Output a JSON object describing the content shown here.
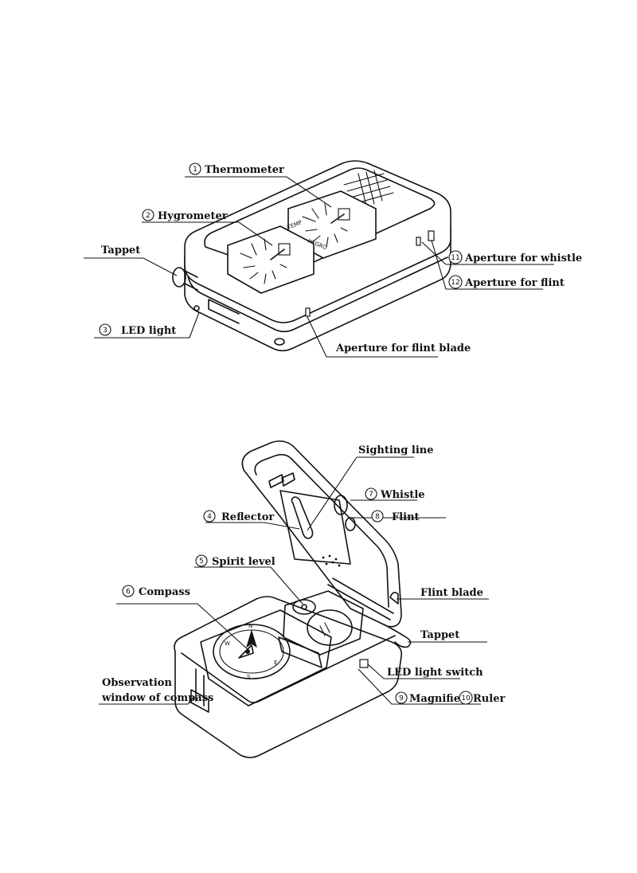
{
  "top": {
    "labels": [
      {
        "id": "thermometer",
        "num": "1",
        "text": "Thermometer"
      },
      {
        "id": "hygrometer",
        "num": "2",
        "text": "Hygrometer"
      },
      {
        "id": "tappet",
        "num": "",
        "text": "Tappet"
      },
      {
        "id": "led-light",
        "num": "3",
        "text": "LED light"
      },
      {
        "id": "aperture-whistle",
        "num": "11",
        "text": "Aperture for whistle"
      },
      {
        "id": "aperture-flint",
        "num": "12",
        "text": "Aperture for flint"
      },
      {
        "id": "aperture-flint-blade",
        "num": "",
        "text": "Aperture for flint blade"
      }
    ],
    "gauge_text": {
      "temp": "TEMP",
      "hygro": "HYGRO"
    }
  },
  "bottom": {
    "labels": [
      {
        "id": "sighting-line",
        "num": "",
        "text": "Sighting line"
      },
      {
        "id": "whistle",
        "num": "7",
        "text": "Whistle"
      },
      {
        "id": "reflector",
        "num": "4",
        "text": "Reflector"
      },
      {
        "id": "flint",
        "num": "8",
        "text": "Flint"
      },
      {
        "id": "spirit-level",
        "num": "5",
        "text": "Spirit level"
      },
      {
        "id": "compass",
        "num": "6",
        "text": "Compass"
      },
      {
        "id": "flint-blade",
        "num": "",
        "text": "Flint blade"
      },
      {
        "id": "tappet-2",
        "num": "",
        "text": "Tappet"
      },
      {
        "id": "led-switch",
        "num": "",
        "text": "LED light switch"
      },
      {
        "id": "observation-1",
        "num": "",
        "text": "Observation"
      },
      {
        "id": "observation-2",
        "num": "",
        "text": "window of compass"
      },
      {
        "id": "magnifier",
        "num": "9",
        "text": "Magnifier"
      },
      {
        "id": "ruler",
        "num": "10",
        "text": "Ruler"
      }
    ],
    "compass_letters": {
      "n": "N",
      "e": "E",
      "s": "S",
      "w": "W"
    }
  }
}
